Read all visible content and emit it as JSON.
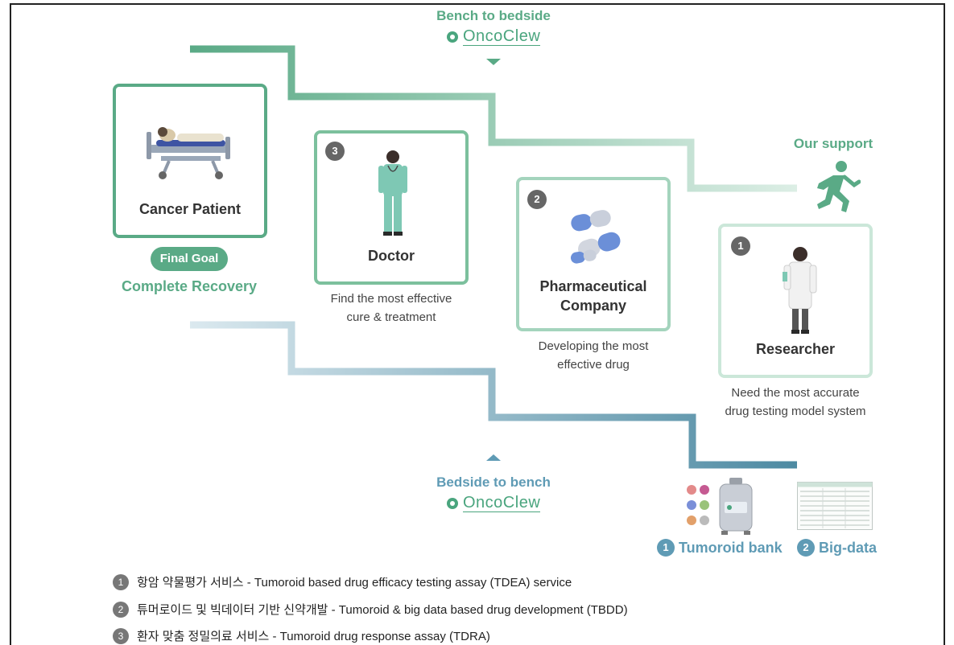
{
  "top_flow": {
    "title": "Bench to bedside",
    "logo_text": "OncoClew"
  },
  "bottom_flow": {
    "title": "Bedside to bench",
    "logo_text": "OncoClew"
  },
  "our_support": "Our support",
  "patient": {
    "title": "Cancer Patient",
    "pill": "Final Goal",
    "subtitle": "Complete Recovery"
  },
  "doctor": {
    "number": "3",
    "title": "Doctor",
    "caption_line1": "Find the most effective",
    "caption_line2": "cure & treatment"
  },
  "pharma": {
    "number": "2",
    "title_line1": "Pharmaceutical",
    "title_line2": "Company",
    "caption_line1": "Developing the most",
    "caption_line2": "effective drug"
  },
  "researcher": {
    "number": "1",
    "title": "Researcher",
    "caption_line1": "Need the most accurate",
    "caption_line2": "drug testing model system"
  },
  "resources": [
    {
      "number": "1",
      "label": "Tumoroid bank"
    },
    {
      "number": "2",
      "label": "Big-data"
    }
  ],
  "footnotes": [
    {
      "number": "1",
      "text": "항암 약물평가 서비스 - Tumoroid based drug efficacy testing assay (TDEA) service"
    },
    {
      "number": "2",
      "text": "튜머로이드 및 빅데이터 기반 신약개발 - Tumoroid & big data based drug development (TBDD)"
    },
    {
      "number": "3",
      "text": "환자 맞춤 정밀의료 서비스 - Tumoroid drug response assay (TDRA)"
    }
  ],
  "colors": {
    "green": "#5aaa86",
    "teal": "#5f9bb5",
    "number_badge": "#666666"
  },
  "icons": [
    "hospital-bed-icon",
    "doctor-icon",
    "capsule-icon",
    "researcher-icon",
    "running-person-icon",
    "logo-flower-icon",
    "tumoroid-dots-icon",
    "storage-tank-icon",
    "data-table-icon"
  ]
}
